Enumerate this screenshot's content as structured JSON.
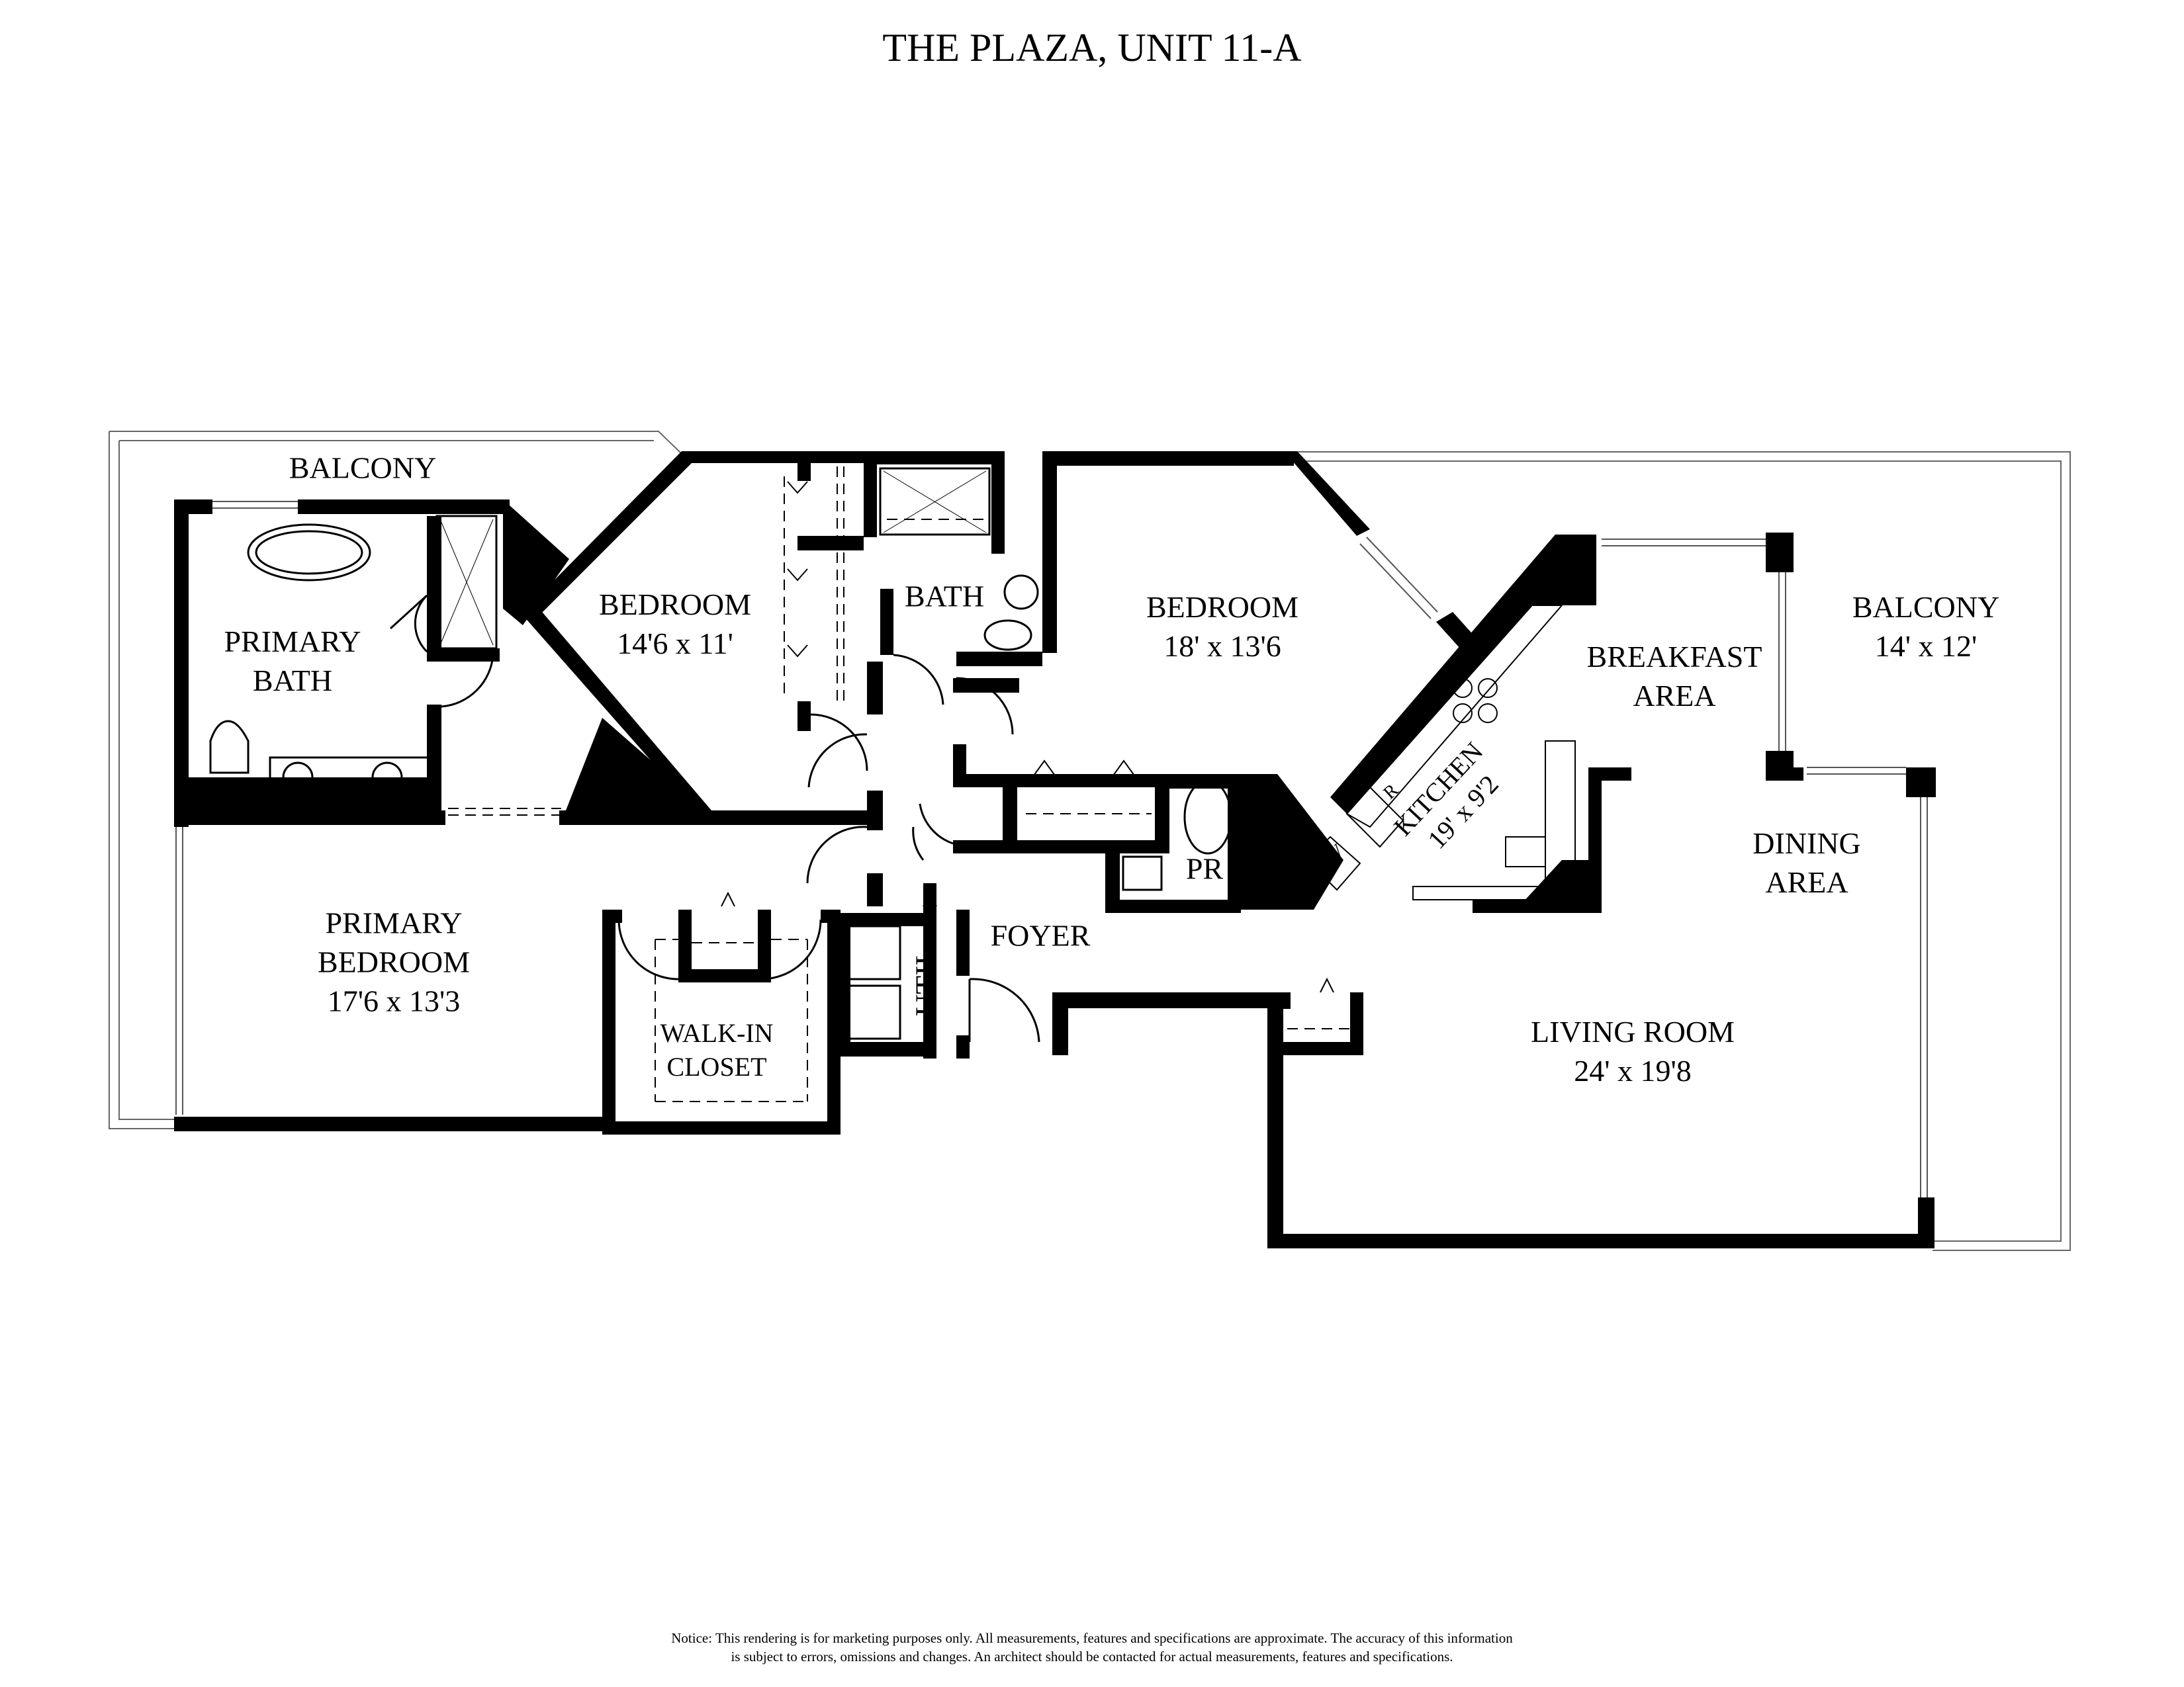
{
  "title": "THE PLAZA, UNIT 11-A",
  "rooms": {
    "balcony_west": {
      "name": "BALCONY"
    },
    "primary_bath": {
      "line1": "PRIMARY",
      "line2": "BATH"
    },
    "bedroom_2": {
      "name": "BEDROOM",
      "size": "14'6 x 11'"
    },
    "bath": {
      "name": "BATH"
    },
    "bedroom_3": {
      "name": "BEDROOM",
      "size": "18' x 13'6"
    },
    "breakfast_area": {
      "line1": "BREAKFAST",
      "line2": "AREA"
    },
    "balcony_east": {
      "name": "BALCONY",
      "size": "14' x 12'"
    },
    "kitchen": {
      "name": "KITCHEN",
      "size": "19' x 9'2"
    },
    "dining_area": {
      "line1": "DINING",
      "line2": "AREA"
    },
    "primary_bedroom": {
      "line1": "PRIMARY",
      "line2": "BEDROOM",
      "size": "17'6 x 13'3"
    },
    "walk_in_closet": {
      "line1": "WALK-IN",
      "line2": "CLOSET"
    },
    "utility": {
      "name": "UTIL."
    },
    "foyer": {
      "name": "FOYER"
    },
    "powder_room": {
      "name": "PR"
    },
    "living_room": {
      "name": "LIVING ROOM",
      "size": "24' x 19'8"
    }
  },
  "appliances": {
    "refrigerator": "R",
    "oven": "OV"
  },
  "notice": {
    "line1": "Notice: This rendering is for marketing purposes only. All measurements, features and specifications are approximate. The accuracy of this information",
    "line2": "is subject to errors, omissions and changes. An architect should be contacted for actual measurements, features and specifications."
  },
  "colors": {
    "wall": "#000000",
    "background": "#ffffff",
    "outline": "#666666"
  }
}
